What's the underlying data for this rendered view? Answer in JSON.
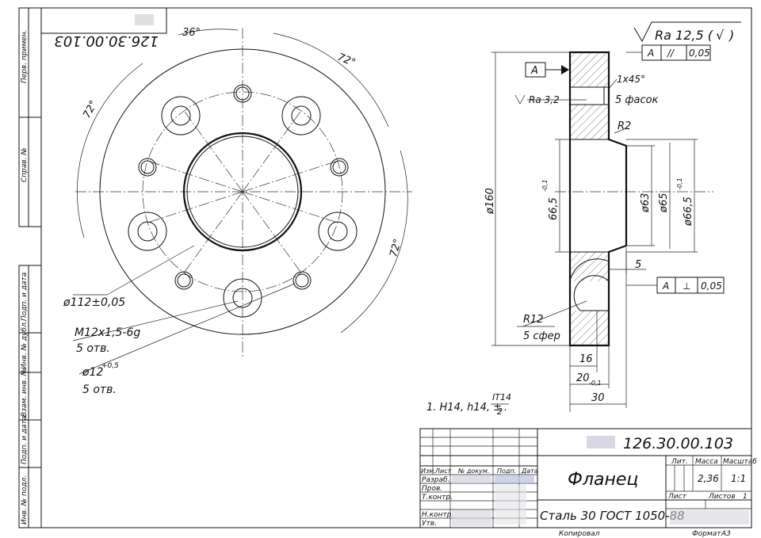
{
  "frame": {
    "top_code_mirrored": "126.30.00.103",
    "side_labels": [
      "Перв. примен.",
      "Справ. №",
      "Подп. и дата",
      "Инв. № дубл.",
      "Взам. инв. №",
      "Подп. и дата",
      "Инв. № подл."
    ]
  },
  "top_view": {
    "angle_36": "36°",
    "angle_72_top": "72°",
    "angle_72_left": "72°",
    "angle_72_right": "72°",
    "pcd_label": "ø112±0,05",
    "thread_label": "M12x1,5-6g",
    "thread_count": "5 отв.",
    "hole_label": "ø12",
    "hole_tol": "+0,5",
    "hole_count": "5 отв."
  },
  "section": {
    "roughness_main": "Ra 12,5 (",
    "roughness_check": "√",
    "roughness_close": ")",
    "tol_top": {
      "datum": "A",
      "symbol": "//",
      "value": "0,05"
    },
    "datum_label": "A",
    "chamfer": "1x45°",
    "chamfer_count": "5 фасок",
    "ra_small": "Ra 3,2",
    "r2": "R2",
    "d160": "ø160",
    "d665_left": "66,5",
    "d665_left_tol": "-0,1",
    "d63": "ø63",
    "d65": "ø65",
    "d665_right": "ø66,5",
    "d665_right_tol": "-0,1",
    "dim5": "5",
    "tol_bottom": {
      "datum": "A",
      "symbol": "⊥",
      "value": "0,05"
    },
    "r12": "R12",
    "r12_note": "5 сфер",
    "dim16": "16",
    "dim20": "20",
    "dim20_tol": "-0,1",
    "dim30": "30"
  },
  "note": {
    "text": "1. H14, h14, ±",
    "frac_num": "IT14",
    "frac_den": "2",
    "dot": "."
  },
  "title_block": {
    "code": "126.30.00.103",
    "name": "Фланец",
    "material": "Сталь 30 ГОСТ 1050-88",
    "col_izm": "Изм.",
    "col_list": "Лист",
    "col_doc": "№ докум.",
    "col_podp": "Подп.",
    "col_data": "Дата",
    "razrab": "Разраб.",
    "prov": "Пров.",
    "tkontr": "Т.контр.",
    "nkontr": "Н.контр.",
    "utv": "Утв.",
    "lit": "Лит.",
    "massa": "Масса",
    "masshtab": "Масштаб",
    "mass_value": "2,36",
    "scale_value": "1:1",
    "sheet": "Лист",
    "sheets": "Листов",
    "sheets_value": "1",
    "kopiroval": "Копировал",
    "format": "Формат",
    "format_value": "А3"
  }
}
